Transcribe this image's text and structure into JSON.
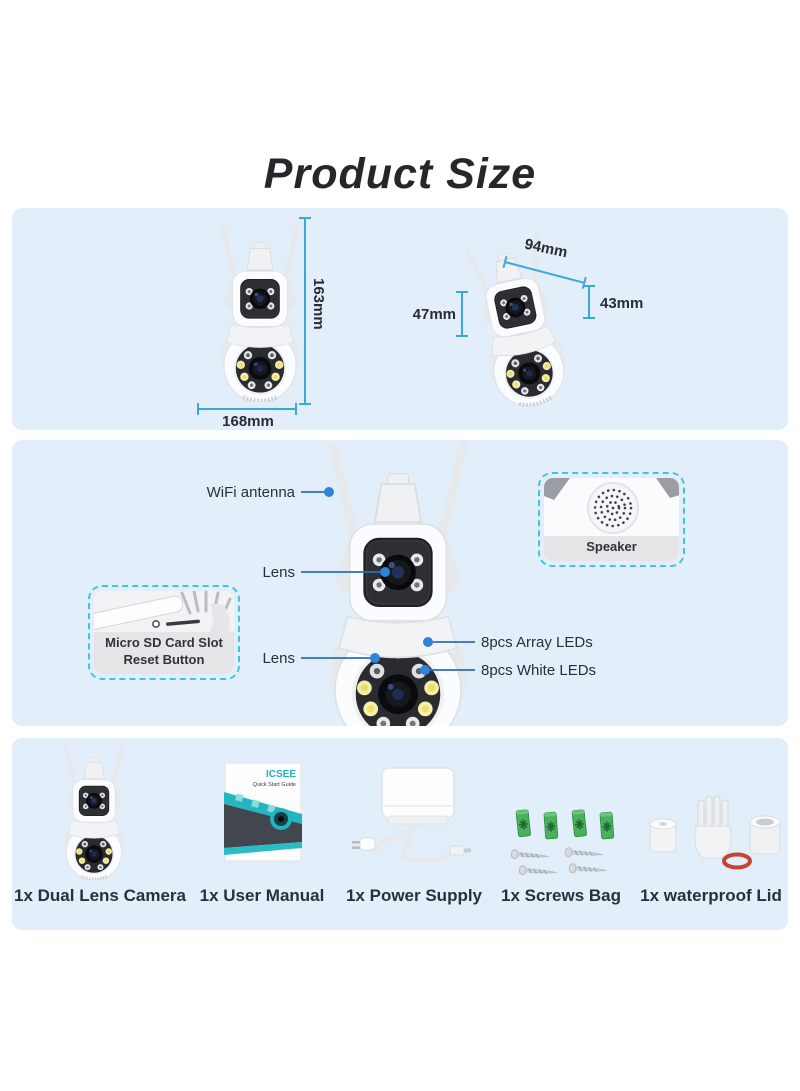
{
  "title": "Product Size",
  "size_panel": {
    "front_camera": {
      "height_label": "163mm",
      "width_label": "168mm"
    },
    "side_camera": {
      "width_label": "94mm",
      "lens_module_label": "47mm",
      "body_side_label": "43mm"
    }
  },
  "features_panel": {
    "callouts": {
      "wifi_antenna": "WiFi antenna",
      "lens_top": "Lens",
      "lens_bottom": "Lens",
      "array_leds": "8pcs Array LEDs",
      "white_leds": "8pcs White LEDs"
    },
    "sd_box": {
      "line1": "Micro SD Card Slot",
      "line2": "Reset Button"
    },
    "speaker_box": {
      "label": "Speaker"
    }
  },
  "package_panel": {
    "items": [
      {
        "label": "1x Dual Lens Camera"
      },
      {
        "label": "1x User Manual"
      },
      {
        "label": "1x Power Supply"
      },
      {
        "label": "1x Screws Bag"
      },
      {
        "label": "1x waterproof Lid"
      }
    ],
    "manual": {
      "brand": "ICSEE",
      "subtitle": "Quick Start Guide"
    }
  },
  "colors": {
    "panel_bg": "#e3eefb",
    "title_text": "#26262b",
    "dimension_line": "#3ba7da",
    "callout_line": "#2a6fb8",
    "callout_dot": "#2e84d9",
    "dashed_border": "#40c4e4",
    "caption_bar_bg": "#e5e5e7",
    "body_text": "#2b2f38",
    "brand_teal": "#1db5bd",
    "anchor_green": "#4caf5e",
    "oring_red": "#c44536"
  }
}
